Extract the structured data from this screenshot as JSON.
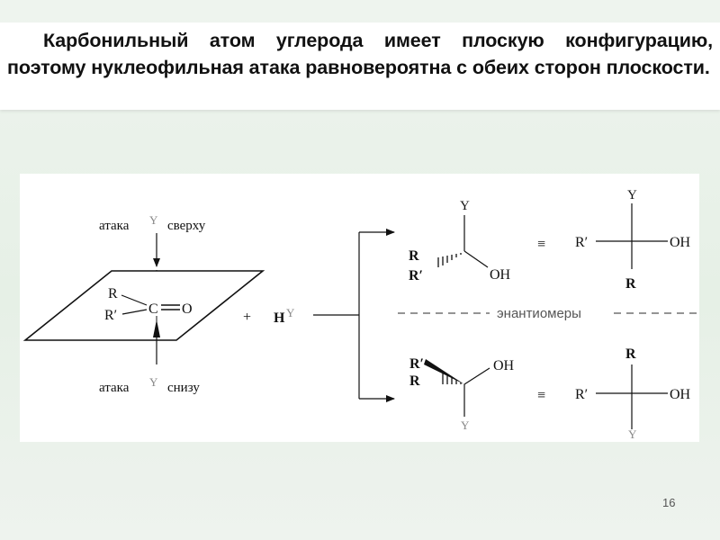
{
  "slide": {
    "intro_text": "Карбонильный атом углерода имеет плоскую конфигурацию, поэтому нуклеофильная атака равновероятна с обеих сторон плоскости.",
    "page_number": "16"
  },
  "diagram": {
    "attack_top_label": "атака",
    "attack_top_dir": "сверху",
    "attack_bottom_label": "атака",
    "attack_bottom_dir": "снизу",
    "nucleophile": "Y",
    "substituent_r": "R",
    "substituent_r_prime": "R′",
    "carbon": "C",
    "oxygen": "O",
    "plus": "+",
    "reagent": "H",
    "hydroxyl": "OH",
    "equivalent": "≡",
    "enantiomers_label": "энантиомеры"
  }
}
